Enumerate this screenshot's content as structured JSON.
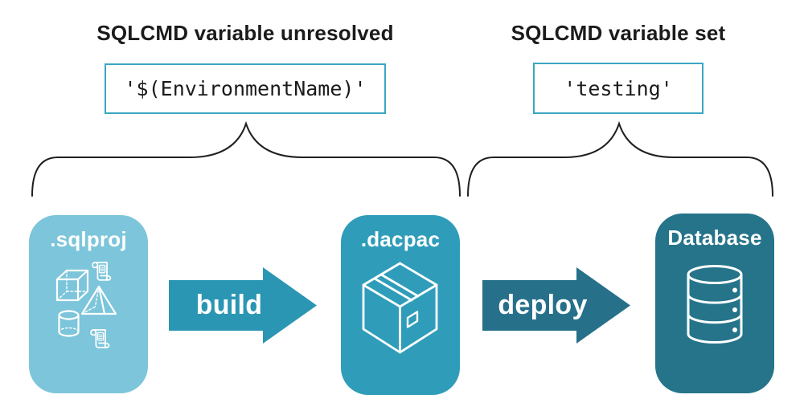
{
  "diagram": {
    "annotations": [
      {
        "title": "SQLCMD variable unresolved",
        "code": "'$(EnvironmentName)'"
      },
      {
        "title": "SQLCMD variable set",
        "code": "'testing'"
      }
    ],
    "nodes": [
      {
        "label": ".sqlproj",
        "icon": "sql-objects-icon"
      },
      {
        "label": ".dacpac",
        "icon": "package-box-icon"
      },
      {
        "label": "Database",
        "icon": "database-cylinder-icon"
      }
    ],
    "arrows": [
      {
        "label": "build"
      },
      {
        "label": "deploy"
      }
    ],
    "colors": {
      "node-sqlproj-bg": "#7CC5DA",
      "node-dacpac-bg": "#2F9DBA",
      "node-database-bg": "#25748A",
      "arrow-build": "#2B96B4",
      "arrow-deploy": "#26708A",
      "code-box-border": "#3BA6C4",
      "text-dark": "#1B1B1B",
      "brace-stroke": "#1F1F1F",
      "icon-stroke": "#FFFFFF",
      "background": "#FFFFFF"
    }
  }
}
